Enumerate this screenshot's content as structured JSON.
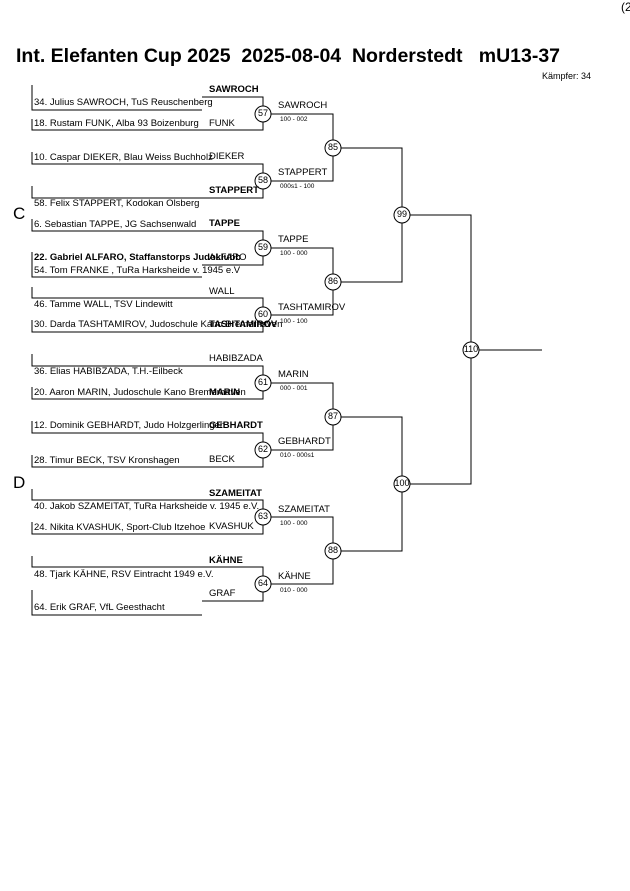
{
  "header": {
    "title": "Int. Elefanten Cup 2025  2025-08-04  Norderstedt   mU13-37",
    "page_corner": "(2",
    "fighters_count": "Kämpfer: 34"
  },
  "sections": [
    "C",
    "D"
  ],
  "entries": [
    "34. Julius SAWROCH, TuS Reuschenberg",
    "18. Rustam FUNK, Alba 93 Boizenburg",
    "10. Caspar DIEKER, Blau Weiss Buchholz",
    "58. Felix STAPPERT, Kodokan Olsberg",
    "6. Sebastian TAPPE, JG Sachsenwald",
    "22. Gabriel ALFARO, Staffanstorps Judoklubb",
    "54. Tom FRANKE , TuRa Harksheide v. 1945 e.V",
    "46. Tamme WALL, TSV Lindewitt",
    "30. Darda TASHTAMIROV, Judoschule Kano Bremerhaven",
    "36. Elias HABIBZADA, T.H.-Eilbeck",
    "20. Aaron MARIN, Judoschule Kano Bremerhaven",
    "12. Dominik GEBHARDT, Judo Holzgerlingen",
    "28. Timur BECK, TSV Kronshagen",
    "40. Jakob SZAMEITAT, TuRa Harksheide v. 1945 e.V.",
    "24. Nikita KVASHUK, Sport-Club Itzehoe",
    "48. Tjark KÄHNE, RSV Eintracht 1949 e.V.",
    "64. Erik GRAF, VfL Geesthacht"
  ],
  "round1": {
    "names": [
      "SAWROCH",
      "FUNK",
      "DIEKER",
      "STAPPERT",
      "TAPPE",
      "ALFARO",
      "WALL",
      "TASHTAMIROV",
      "HABIBZADA",
      "MARIN",
      "GEBHARDT",
      "BECK",
      "SZAMEITAT",
      "KVASHUK",
      "KÄHNE",
      "GRAF"
    ]
  },
  "round2": {
    "names": [
      "SAWROCH",
      "STAPPERT",
      "TAPPE",
      "TASHTAMIROV",
      "MARIN",
      "GEBHARDT",
      "SZAMEITAT",
      "KÄHNE"
    ],
    "scores": [
      "100 - 002",
      "000s1 - 100",
      "100 - 000",
      "100 - 100",
      "000 - 001",
      "010 - 000s1",
      "100 - 000",
      "010 - 000"
    ]
  },
  "matches": [
    "57",
    "58",
    "59",
    "60",
    "61",
    "62",
    "63",
    "64",
    "85",
    "86",
    "87",
    "88",
    "99",
    "100",
    "110"
  ]
}
